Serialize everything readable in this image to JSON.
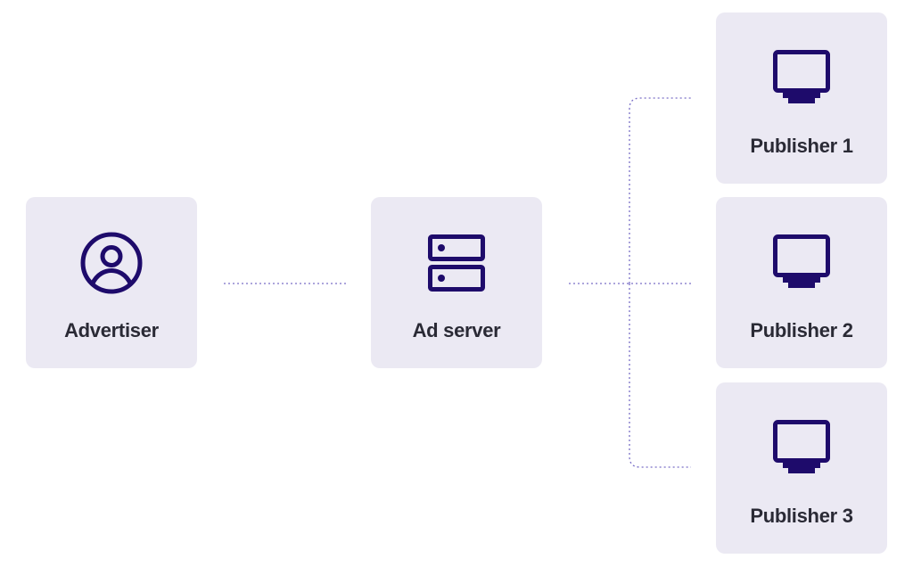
{
  "colors": {
    "card_background": "#ebe9f3",
    "icon": "#1e0b6b",
    "label_text": "#2a2a35",
    "connector": "#7a6fc7"
  },
  "nodes": {
    "advertiser": {
      "label": "Advertiser",
      "icon": "user-circle-icon"
    },
    "ad_server": {
      "label": "Ad server",
      "icon": "server-icon"
    },
    "publishers": [
      {
        "label": "Publisher 1",
        "icon": "monitor-icon"
      },
      {
        "label": "Publisher 2",
        "icon": "monitor-icon"
      },
      {
        "label": "Publisher 3",
        "icon": "monitor-icon"
      }
    ]
  },
  "connections": [
    {
      "from": "Advertiser",
      "to": "Ad server",
      "style": "dotted"
    },
    {
      "from": "Ad server",
      "to": "Publisher 1",
      "style": "dotted"
    },
    {
      "from": "Ad server",
      "to": "Publisher 2",
      "style": "dotted"
    },
    {
      "from": "Ad server",
      "to": "Publisher 3",
      "style": "dotted"
    }
  ]
}
